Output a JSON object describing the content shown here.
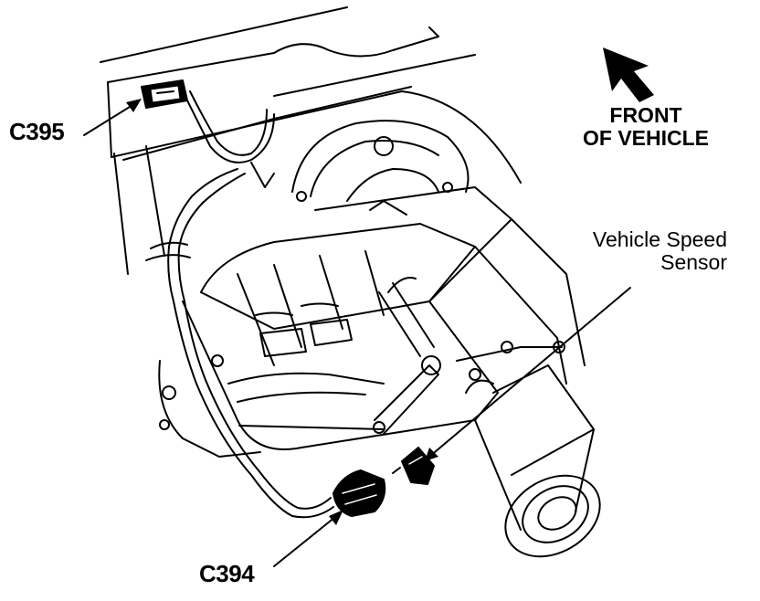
{
  "diagram": {
    "labels": {
      "c395": "C395",
      "c394": "C394",
      "front_line1": "FRONT",
      "front_line2": "OF VEHICLE",
      "vss_line1": "Vehicle Speed",
      "vss_line2": "Sensor"
    },
    "colors": {
      "ink": "#000000",
      "paper": "#ffffff"
    },
    "icons": {
      "direction_arrow": "arrow-up-left-icon"
    }
  }
}
